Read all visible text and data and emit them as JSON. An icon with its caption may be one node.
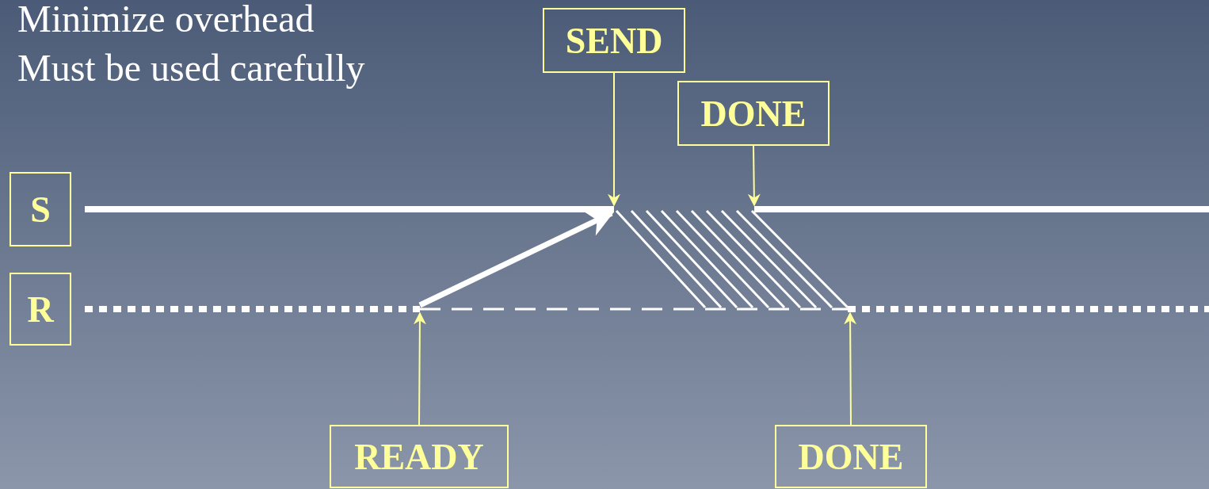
{
  "diagram": {
    "nodes": [
      {
        "text": [
          "S"
        ]
      },
      {
        "text": [
          "R"
        ]
      },
      {
        "text": [],
        "shape": "line"
      },
      {
        "text": [],
        "shape": "line"
      },
      {
        "text": [
          "SEND"
        ]
      },
      {
        "text": [
          "DONE"
        ]
      },
      {
        "text": [
          "READY"
        ]
      },
      {
        "text": [
          "DONE"
        ]
      }
    ],
    "edges": [
      {
        "from": 4,
        "to": 2,
        "arrow": "to"
      },
      {
        "from": 5,
        "to": 2,
        "arrow": "to"
      },
      {
        "from": 6,
        "to": 3,
        "arrow": "to"
      },
      {
        "from": 7,
        "to": 3,
        "arrow": "to"
      },
      {
        "from": 3,
        "to": 2,
        "arrow": "to",
        "style": "thick",
        "color": "#ffffff"
      }
    ],
    "labels": [
      "Minimize overhead",
      "Must be used carefully"
    ]
  }
}
